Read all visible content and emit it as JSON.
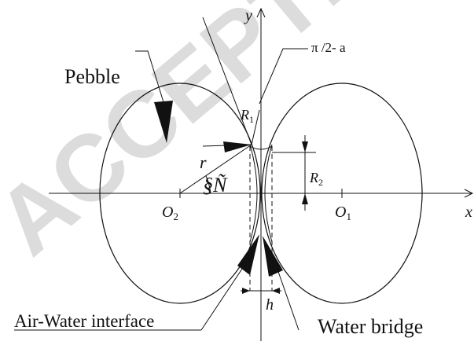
{
  "figure": {
    "labels": {
      "pebble": "Pebble",
      "angle_top": "π /2- a",
      "r1": "R",
      "r1_sub": "1",
      "r2": "R",
      "r2_sub": "2",
      "r": "r",
      "theta": "§Ñ",
      "o2": "O",
      "o2_sub": "2",
      "o1": "O",
      "o1_sub": "1",
      "x_axis": "x",
      "y_axis": "y",
      "h": "h",
      "air_water": "Air-Water interface",
      "water_bridge": "Water bridge"
    },
    "watermark_text": "ACCEPTED MA",
    "colors": {
      "ink": "#111111",
      "watermark": "#d9d9d9"
    }
  }
}
